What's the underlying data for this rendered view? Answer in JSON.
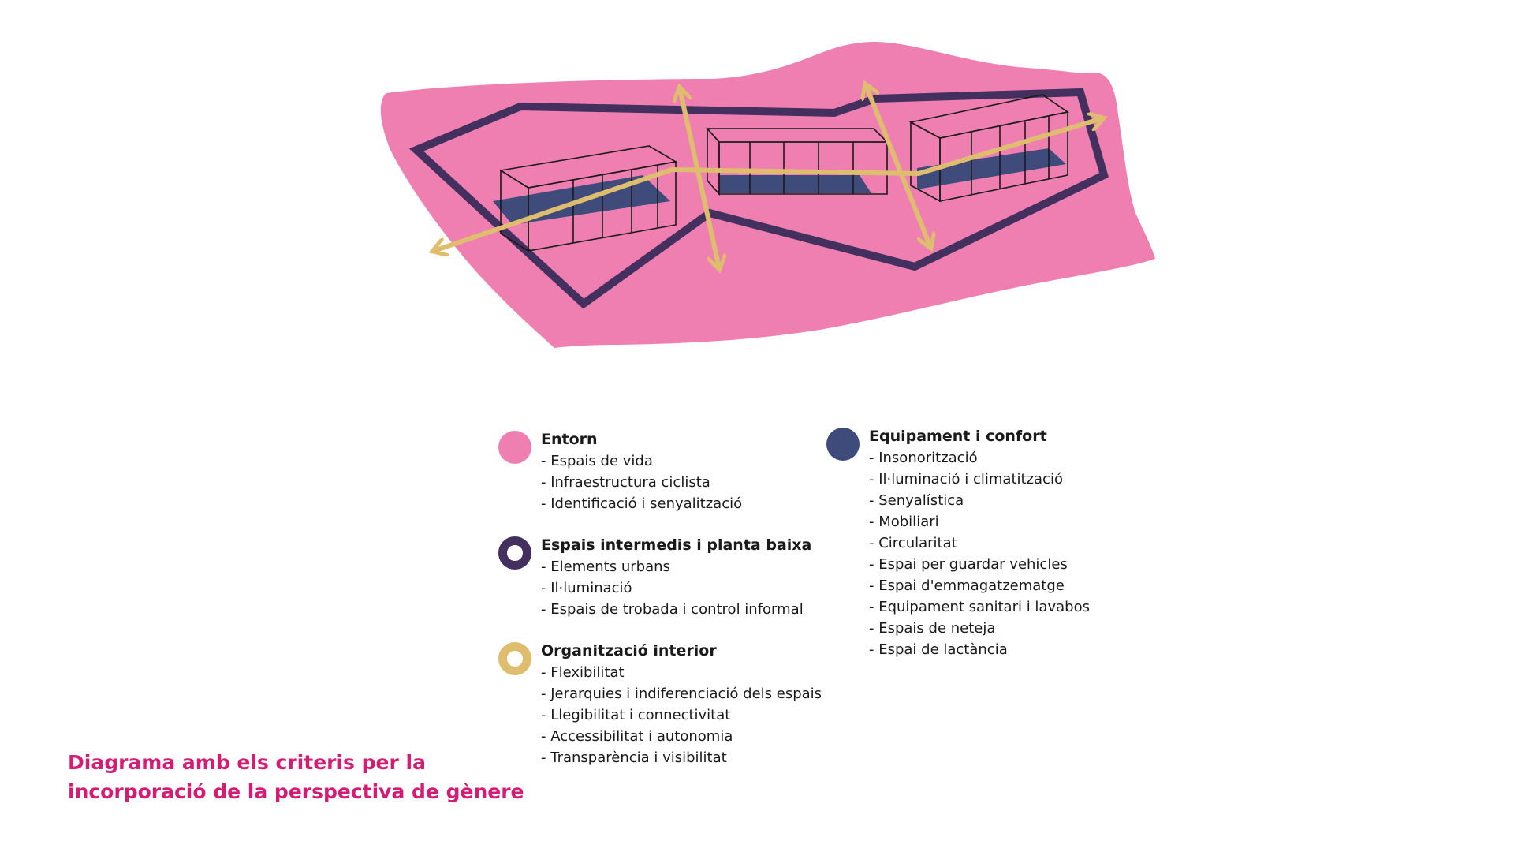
{
  "colors": {
    "entorn": "#ef7fb1",
    "espais_intermedis": "#44305e",
    "organitzacio_interior": "#dfbd6e",
    "equipament": "#3f4b7a",
    "caption": "#d41c74"
  },
  "legend": {
    "entorn": {
      "title": "Entorn",
      "items": [
        "- Espais de vida",
        "- Infraestructura ciclista",
        "- Identificació i senyalització"
      ]
    },
    "espais_intermedis": {
      "title": "Espais intermedis i planta baixa",
      "items": [
        "- Elements urbans",
        "- Il·luminació",
        "- Espais de trobada i control informal"
      ]
    },
    "organitzacio_interior": {
      "title": "Organització interior",
      "items": [
        "- Flexibilitat",
        "- Jerarquies i indiferenciació dels espais",
        "- Llegibilitat i connectivitat",
        "- Accessibilitat i autonomia",
        "- Transparència i visibilitat"
      ]
    },
    "equipament": {
      "title": "Equipament i confort",
      "items": [
        "- Insonorització",
        "- Il·luminació i climatització",
        "- Senyalística",
        "- Mobiliari",
        "- Circularitat",
        "- Espai per guardar vehicles",
        "- Espai d'emmagatzematge",
        "- Equipament sanitari i lavabos",
        "- Espais de neteja",
        "- Espai de lactància"
      ]
    }
  },
  "caption": {
    "line1": "Diagrama amb els criteris per la",
    "line2": "incorporació de la perspectiva de gènere"
  }
}
